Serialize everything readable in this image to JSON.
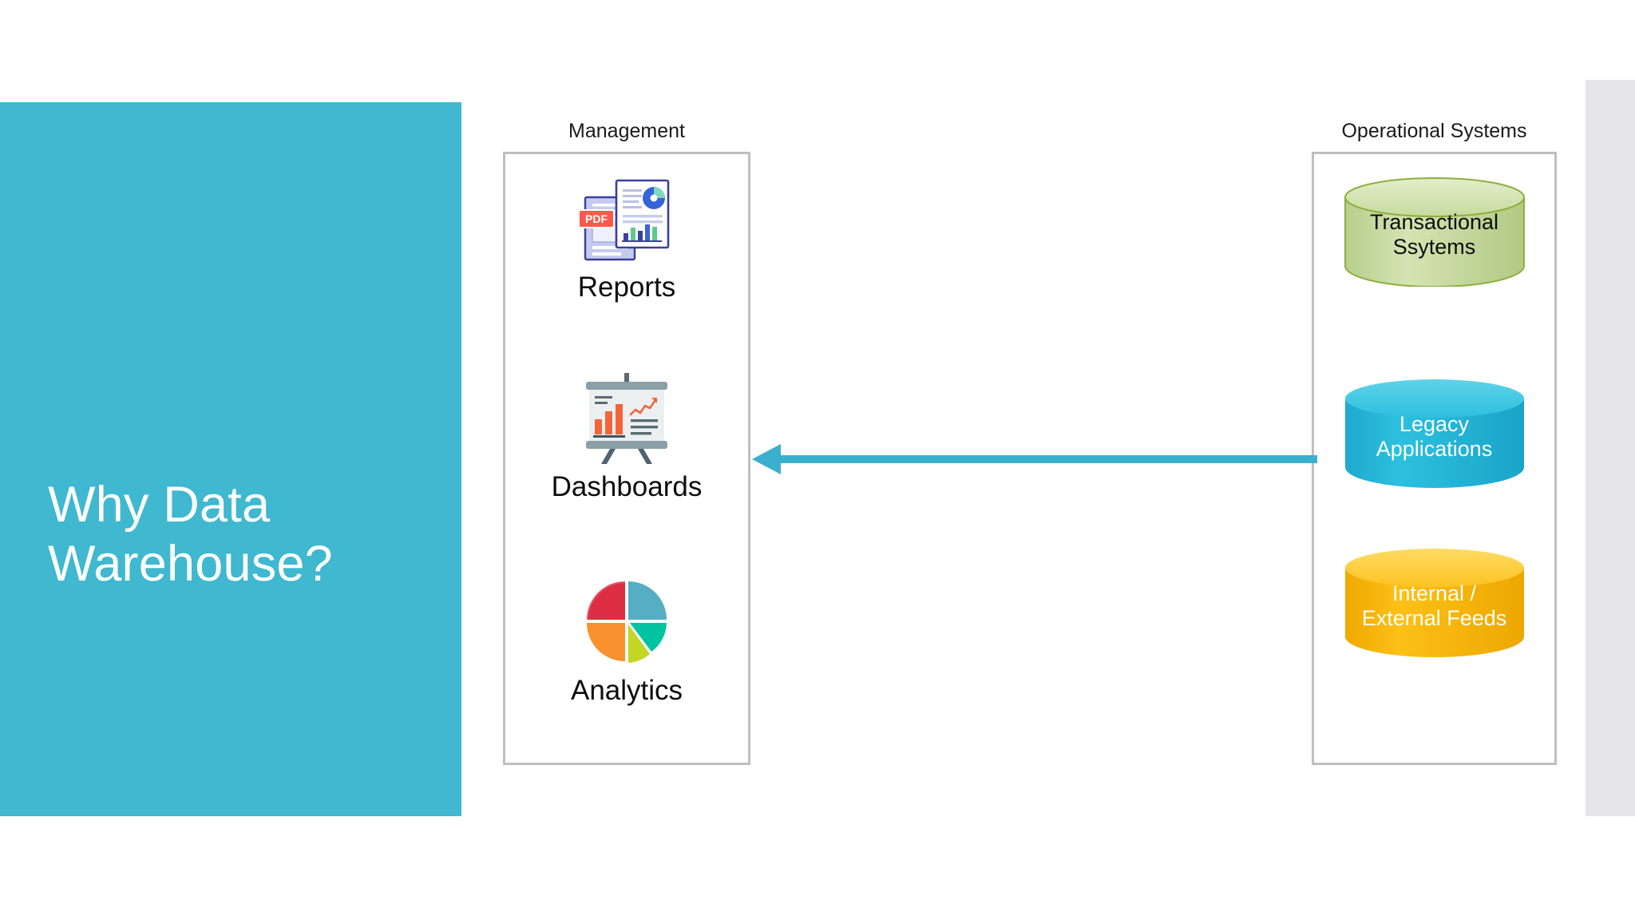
{
  "slide": {
    "title_block": {
      "title": "Why Data\nWarehouse?",
      "background_color": "#3fb8d0",
      "text_color": "#ffffff"
    },
    "edge_strip_color": "#e6e6e8"
  },
  "management": {
    "caption": "Management",
    "border_color": "#bfbfbf",
    "items": [
      {
        "label": "Reports",
        "icon": "report-documents-icon"
      },
      {
        "label": "Dashboards",
        "icon": "presentation-board-icon"
      },
      {
        "label": "Analytics",
        "icon": "pie-chart-icon"
      }
    ]
  },
  "operational": {
    "caption": "Operational Systems",
    "border_color": "#bfbfbf",
    "cylinders": [
      {
        "label": "Transactional\nSsytems",
        "icon": "database-cylinder-icon",
        "fill_color": "#c3d69b",
        "stroke_color": "#94ad42",
        "text_color": "#0d0d0d"
      },
      {
        "label": "Legacy\nApplications",
        "icon": "database-cylinder-icon",
        "fill_color": "#2cb8db",
        "stroke_color": "#2cb8db",
        "text_color": "#ffffff"
      },
      {
        "label": "Internal /\nExternal Feeds",
        "icon": "database-cylinder-icon",
        "fill_color": "#fcbf02",
        "stroke_color": "#fcbf02",
        "text_color": "#ffffff"
      }
    ]
  },
  "connector": {
    "icon": "left-arrow-icon",
    "direction": "left",
    "color": "#3bafce",
    "from": "Operational Systems",
    "to": "Management"
  }
}
